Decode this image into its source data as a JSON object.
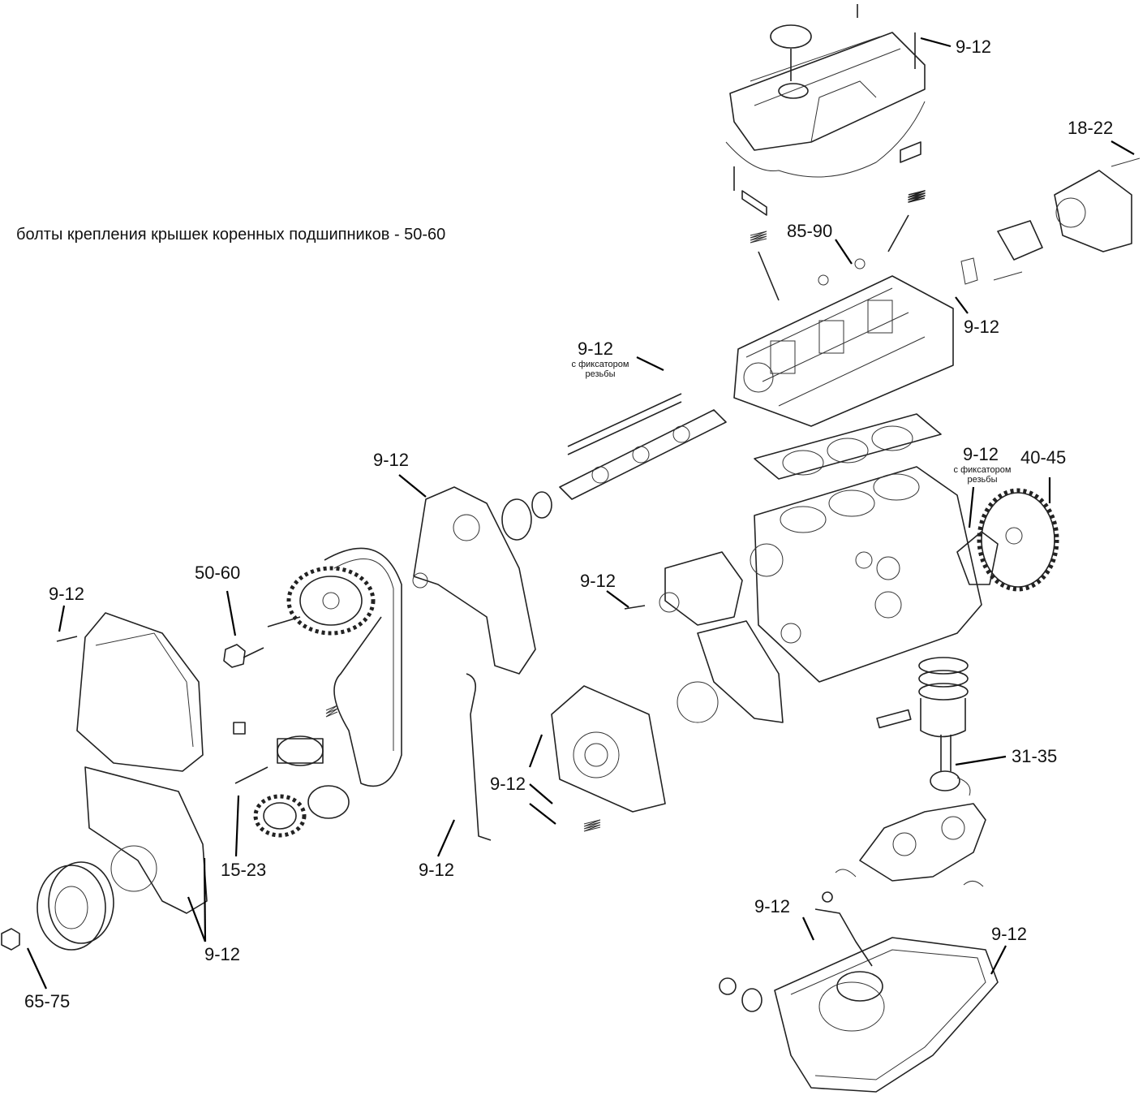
{
  "heading": "болты крепления крышек коренных подшипников - 50-60",
  "labels": {
    "valve_cover_bolt": "9-12",
    "thermostat_housing": "18-22",
    "head_bolts": "85-90",
    "cam_housing_bolt": "9-12",
    "rocker_shaft_bolt": "9-12",
    "rocker_shaft_note": "с фиксатором резьбы",
    "rear_timing_cover": "9-12",
    "flywheel": "40-45",
    "rear_seal_bolt": "9-12",
    "rear_seal_note": "с фиксатором резьбы",
    "water_pump": "9-12",
    "cam_sprocket": "50-60",
    "front_cover_upper": "9-12",
    "con_rod": "31-35",
    "oil_pump": "9-12",
    "tensioner": "15-23",
    "dipstick": "9-12",
    "front_cover_lower": "9-12",
    "crank_pulley": "65-75",
    "oil_pickup": "9-12",
    "oil_pan": "9-12"
  }
}
